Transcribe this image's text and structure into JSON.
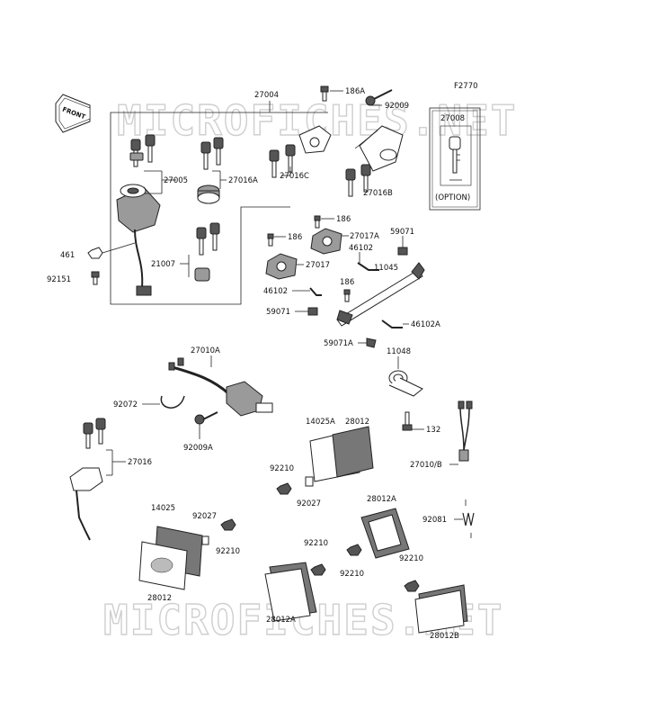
{
  "figure_id": "F2770",
  "front_label": "FRONT",
  "watermark": "MICROFICHES.NET",
  "option_label": "(OPTION)",
  "labels": {
    "p27004": "27004",
    "p186A": "186A",
    "p92009": "92009",
    "p27008": "27008",
    "p27005": "27005",
    "p27016A": "27016A",
    "p27016C": "27016C",
    "p27016B": "27016B",
    "p186a": "186",
    "p186b": "186",
    "p186c": "186",
    "p27017A": "27017A",
    "p59071a": "59071",
    "p46102a": "46102",
    "p11045": "11045",
    "p27017": "27017",
    "p461": "461",
    "p92151": "92151",
    "p21007": "21007",
    "p46102b": "46102",
    "p59071b": "59071",
    "p46102A": "46102A",
    "p59071A": "59071A",
    "p11048": "11048",
    "p27010A": "27010A",
    "p92072": "92072",
    "p92009A": "92009A",
    "p132": "132",
    "p14025A": "14025A",
    "p28012a": "28012",
    "p27016": "27016",
    "p92210a": "92210",
    "p92027a": "92027",
    "p270108": "27010/B",
    "p28012A": "28012A",
    "p92081": "92081",
    "p14025": "14025",
    "p92027b": "92027",
    "p92210b": "92210",
    "p92210c": "92210",
    "p92210d": "92210",
    "p92210e": "92210",
    "p28012b": "28012",
    "p28012A2": "28012A",
    "p28012B": "28012B"
  }
}
